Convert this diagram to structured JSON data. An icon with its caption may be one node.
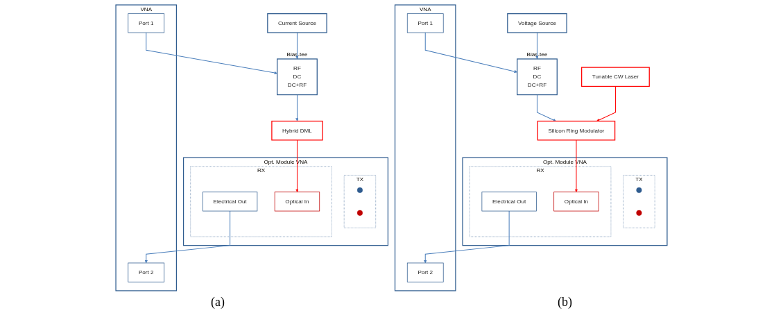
{
  "diagram": {
    "nodes": [
      {
        "text": [
          "VNA"
        ]
      },
      {
        "text": [
          "Port 1"
        ],
        "in": 0
      },
      {
        "text": [
          "Port 2"
        ],
        "in": 0
      },
      {
        "text": [
          "Opt. Module VNA"
        ]
      },
      {
        "text": [
          "TX"
        ],
        "in": 3
      },
      {
        "text": [],
        "shape": "circle",
        "in": 4
      },
      {
        "text": [],
        "shape": "circle",
        "in": 4
      },
      {
        "text": [
          "RX"
        ],
        "in": 3
      },
      {
        "text": [
          "Electrical Out"
        ],
        "in": 7
      },
      {
        "text": [
          "Optical In"
        ],
        "in": 7
      },
      {
        "text": [
          "RF",
          "DC",
          "DC+RF"
        ],
        "beside": [
          "Bias-tee"
        ]
      },
      {
        "text": [
          "Hybrid DML"
        ]
      },
      {
        "text": [
          "Current Source"
        ]
      },
      {
        "text": [
          "VNA"
        ]
      },
      {
        "text": [
          "Port 1"
        ],
        "in": 13
      },
      {
        "text": [
          "Port 2"
        ],
        "in": 13
      },
      {
        "text": [
          "Opt. Module VNA"
        ]
      },
      {
        "text": [
          "TX"
        ],
        "in": 16
      },
      {
        "text": [],
        "shape": "circle",
        "in": 17
      },
      {
        "text": [],
        "shape": "circle",
        "in": 17
      },
      {
        "text": [
          "RX"
        ],
        "in": 16
      },
      {
        "text": [
          "Electrical Out"
        ],
        "in": 20
      },
      {
        "text": [
          "Optical In"
        ],
        "in": 20
      },
      {
        "text": [
          "RF",
          "DC",
          "DC+RF"
        ],
        "beside": [
          "Bias-tee"
        ]
      },
      {
        "text": [
          "Voltage Source"
        ]
      },
      {
        "text": [
          "Tunable CW Laser"
        ]
      },
      {
        "text": [
          "Silicon Ring Modulator"
        ]
      }
    ],
    "edges": [
      {
        "from": 1,
        "to": 10,
        "arrow": "to"
      },
      {
        "from": 8,
        "to": 2,
        "arrow": "to"
      },
      {
        "from": 12,
        "to": 10,
        "arrow": "to"
      },
      {
        "from": 10,
        "to": 11,
        "arrow": "to"
      },
      {
        "from": 11,
        "to": 9,
        "arrow": "to",
        "color": "#ff0000"
      },
      {
        "from": 14,
        "to": 23,
        "arrow": "to"
      },
      {
        "from": 21,
        "to": 15,
        "arrow": "to"
      },
      {
        "from": 24,
        "to": 23,
        "arrow": "to"
      },
      {
        "from": 23,
        "to": 26,
        "arrow": "to"
      },
      {
        "from": 25,
        "to": 26,
        "arrow": "to",
        "color": "#ff0000"
      },
      {
        "from": 26,
        "to": 22,
        "arrow": "to",
        "color": "#ff0000"
      }
    ],
    "labels": [
      "(a)",
      "(b)"
    ]
  }
}
